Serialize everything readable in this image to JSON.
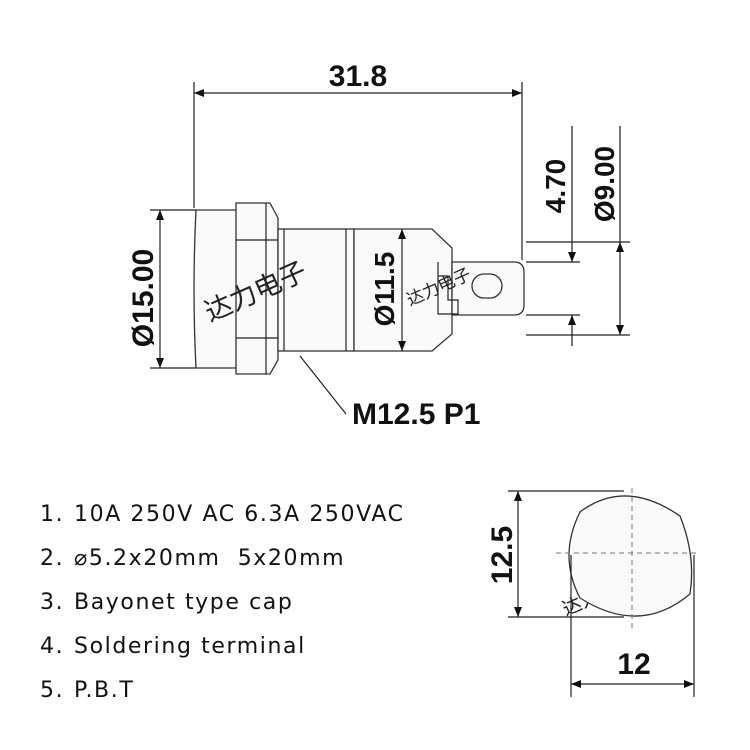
{
  "dimensions": {
    "overall_length": "31.8",
    "cap_diameter": "Ø15.00",
    "body_diameter": "Ø11.5",
    "terminal_offset": "4.70",
    "terminal_span": "Ø9.00",
    "thread": "M12.5 P1",
    "end_height": "12.5",
    "end_width": "12"
  },
  "watermark": "达力电子",
  "specs": [
    {
      "num": "1.",
      "text": "10A 250V AC 6.3A 250VAC"
    },
    {
      "num": "2.",
      "text": "⌀5.2x20mm  5x20mm"
    },
    {
      "num": "3.",
      "text": "Bayonet type cap"
    },
    {
      "num": "4.",
      "text": "Soldering terminal"
    },
    {
      "num": "5.",
      "text": "P.B.T"
    }
  ]
}
